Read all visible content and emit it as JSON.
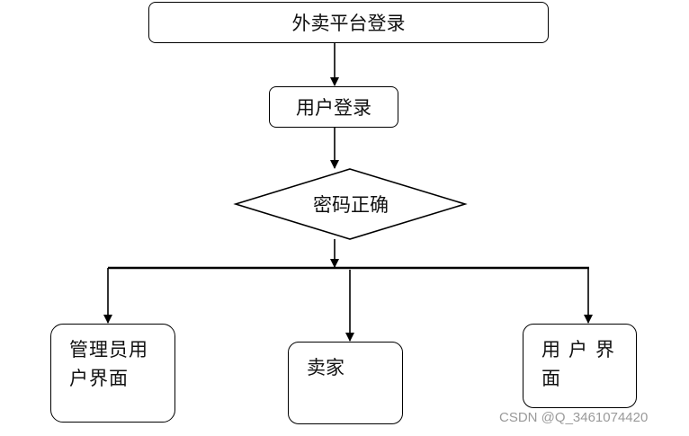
{
  "nodes": {
    "title": "外卖平台登录",
    "login": "用户登录",
    "decision": "密码正确",
    "admin": "管理员用户界面",
    "seller": "卖家",
    "user": "用户界面"
  },
  "watermark": "CSDN @Q_3461074420"
}
